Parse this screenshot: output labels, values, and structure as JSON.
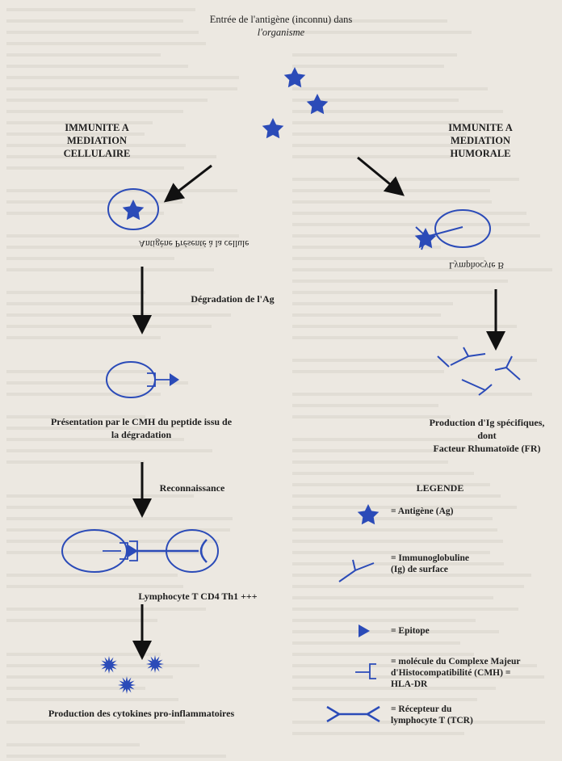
{
  "title": {
    "line1": "Entrée de l'antigène (inconnu) dans",
    "line2": "l'organisme"
  },
  "left_branch": {
    "heading": [
      "IMMUNITE A",
      "MEDIATION",
      "CELLULAIRE"
    ],
    "cell_caption": "Antigène Présenté à la cellule",
    "step1": "Dégradation de l'Ag",
    "step2": [
      "Présentation par le CMH du peptide issu de",
      "la dégradation"
    ],
    "step3": "Reconnaissance",
    "step4": "Lymphocyte T CD4 Th1 +++",
    "step5": "Production des cytokines pro-inflammatoires"
  },
  "right_branch": {
    "heading": [
      "IMMUNITE A",
      "MEDIATION",
      "HUMORALE"
    ],
    "cell_caption": "Lymphocyte B",
    "result": [
      "Production d'Ig spécifiques,",
      "dont",
      "Facteur Rhumatoïde (FR)"
    ]
  },
  "legend": {
    "title": "LEGENDE",
    "items": [
      {
        "icon": "star-icon",
        "lines": [
          "= Antigène (Ag)"
        ]
      },
      {
        "icon": "immunoglobulin-icon",
        "lines": [
          "= Immunoglobuline",
          "(Ig) de surface"
        ]
      },
      {
        "icon": "epitope-icon",
        "lines": [
          "= Epitope"
        ]
      },
      {
        "icon": "cmh-icon",
        "lines": [
          "= molécule du Complexe Majeur",
          "d'Histocompatibilité (CMH) =",
          "HLA-DR"
        ]
      },
      {
        "icon": "tcr-icon",
        "lines": [
          "= Récepteur du",
          "lymphocyte T (TCR)"
        ]
      }
    ]
  },
  "colors": {
    "accent": "#2b4bb8",
    "arrow": "#111111",
    "background": "#ece8e1"
  }
}
